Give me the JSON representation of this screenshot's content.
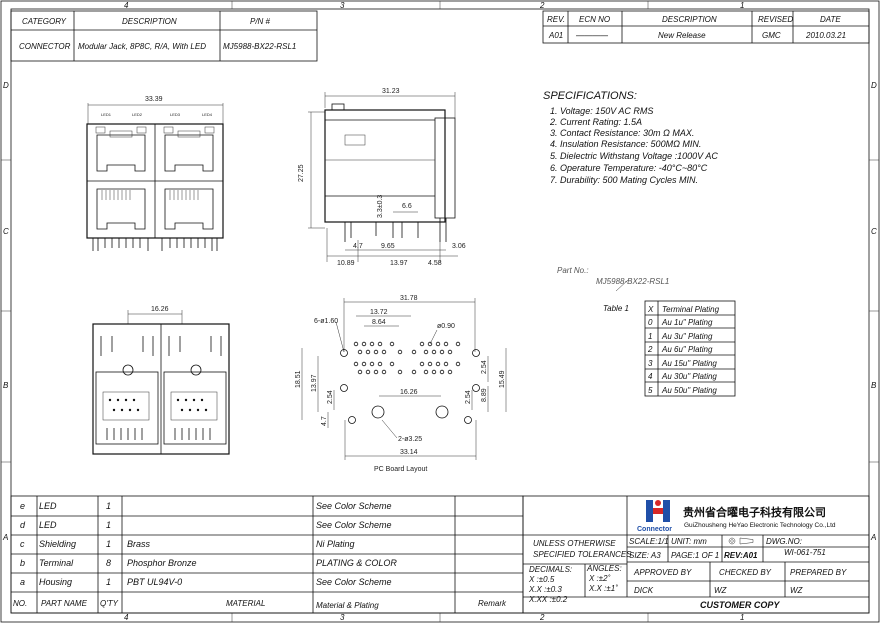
{
  "border_labels": {
    "top": [
      "4",
      "3",
      "2",
      "1"
    ],
    "bottom": [
      "4",
      "3",
      "2",
      "1"
    ],
    "left": [
      "D",
      "C",
      "B",
      "A"
    ],
    "right": [
      "D",
      "C",
      "B",
      "A"
    ]
  },
  "header": {
    "category_label": "CATEGORY",
    "description_label": "DESCRIPTION",
    "pn_label": "P/N #",
    "category": "CONNECTOR",
    "description": "Modular Jack, 8P8C, R/A, With LED",
    "pn": "MJ5988-BX22-RSL1"
  },
  "revision": {
    "headers": [
      "REV.",
      "ECN NO",
      "DESCRIPTION",
      "REVISED",
      "DATE"
    ],
    "row": {
      "rev": "A01",
      "ecn": "————",
      "description": "New Release",
      "revised": "GMC",
      "date": "2010.03.21"
    }
  },
  "specifications": {
    "title": "SPECIFICATIONS:",
    "items": [
      "1. Voltage: 150V AC RMS",
      "2. Current Rating: 1.5A",
      "3. Contact Resistance: 30m Ω MAX.",
      "4. Insulation Resistance: 500MΩ MIN.",
      "5. Dielectric Withstang Voltage :1000V AC",
      "6. Operature Temperature: -40°C~80°C",
      "7. Durability: 500 Mating Cycles MIN."
    ]
  },
  "part_no": {
    "label": "Part No.:",
    "value": "MJ5988-BX22-RSL1"
  },
  "plating_table": {
    "title": "Table 1",
    "headers": [
      "X",
      "Terminal Plating"
    ],
    "rows": [
      [
        "0",
        "Au 1u\" Plating"
      ],
      [
        "1",
        "Au 3u\" Plating"
      ],
      [
        "2",
        "Au 6u\" Plating"
      ],
      [
        "3",
        "Au 15u\" Plating"
      ],
      [
        "4",
        "Au 30u\" Plating"
      ],
      [
        "5",
        "Au 50u\" Plating"
      ]
    ]
  },
  "dimensions": {
    "front_width": "33.39",
    "front_led_labels": [
      "LED1",
      "LED2",
      "LED3",
      "LED4"
    ],
    "side_width": "31.23",
    "side_height": "27.25",
    "side_pin": "3.3±0.3",
    "side_small": "6.6",
    "side_row1": [
      "4.7",
      "9.65",
      "3.06"
    ],
    "side_row2": [
      "10.89",
      "13.97",
      "4.58"
    ],
    "bottom_width": "16.26",
    "pcb_width": "31.78",
    "pcb_1372": "13.72",
    "pcb_864": "8.64",
    "pcb_hole": "6-ø1.60",
    "pcb_small_hole": "ø0.90",
    "pcb_left": [
      "18.51",
      "13.97",
      "2.54",
      "4.7"
    ],
    "pcb_mid": "16.26",
    "pcb_right": [
      "2.54",
      "2.54",
      "8.89",
      "15.49"
    ],
    "pcb_big_hole": "2-ø3.25",
    "pcb_bottom": "33.14",
    "pcb_caption": "PC Board Layout"
  },
  "bom": {
    "rows": [
      [
        "e",
        "LED",
        "1",
        "",
        "See Color Scheme"
      ],
      [
        "d",
        "LED",
        "1",
        "",
        "See Color Scheme"
      ],
      [
        "c",
        "Shielding",
        "1",
        "Brass",
        "Ni Plating"
      ],
      [
        "b",
        "Terminal",
        "8",
        "Phosphor Bronze",
        "PLATING & COLOR"
      ],
      [
        "a",
        "Housing",
        "1",
        "PBT UL94V-0",
        "See Color Scheme"
      ]
    ],
    "headers": [
      "NO.",
      "PART NAME",
      "Q'TY",
      "MATERIAL",
      "Material & Plating",
      "Remark"
    ]
  },
  "title_block": {
    "logo_text": "Connector",
    "company_cn": "贵州省合曜电子科技有限公司",
    "company_en": "GuiZhousheng HeYao Electronic Technology Co.,Ltd",
    "unless": "UNLESS OTHERWISE",
    "specified": "SPECIFIED TOLERANCES",
    "scale": "SCALE:1/1",
    "unit": "UNIT: mm",
    "dwg_label": "DWG.NO:",
    "dwg_no": "WI-061-751",
    "size": "SIZE: A3",
    "page": "PAGE:1 OF 1",
    "rev": "REV:A01",
    "decimals": "DECIMALS:",
    "angles": "ANGLES:",
    "tol_x": "X     :±0.5",
    "tol_xx": "X.X   :±0.3",
    "tol_xxx": "X.XX :±0.2",
    "ang_x": "X  :±2˚",
    "ang_xx": "X.X :±1˚",
    "approved_label": "APPROVED BY",
    "checked_label": "CHECKED BY",
    "prepared_label": "PREPARED BY",
    "approved": "DICK",
    "checked": "WZ",
    "prepared": "WZ",
    "customer": "CUSTOMER COPY"
  }
}
